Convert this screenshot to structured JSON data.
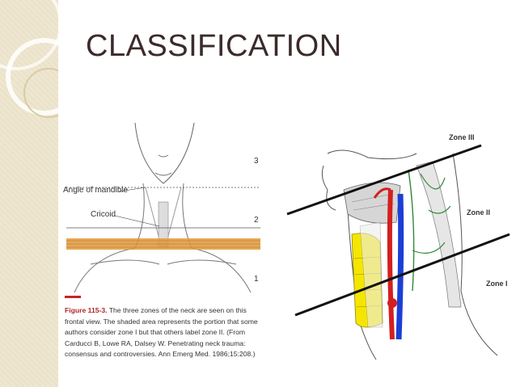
{
  "slide": {
    "title": "CLASSIFICATION"
  },
  "left_figure": {
    "angle_label": "Angle of mandible",
    "cricoid_label": "Cricoid",
    "zone_numbers": [
      "3",
      "2",
      "1"
    ],
    "caption_figure": "Figure 115-3.",
    "caption_text": "The three zones of the neck are seen on this frontal view. The shaded area represents the portion that some authors consider zone I but that others label zone II. (From Carducci B, Lowe RA, Dalsey W. Penetrating neck trauma: consensus and controversies. Ann Emerg Med. 1986;15:208.)"
  },
  "right_figure": {
    "zone_labels": [
      "Zone III",
      "Zone II",
      "Zone I"
    ]
  },
  "colors": {
    "accent_red": "#c4242b",
    "vessel_blue": "#1b3fd6",
    "bone_yellow": "#f5e600",
    "nerve_green": "#2f8a3b",
    "band_orange": "#e09a3a"
  }
}
